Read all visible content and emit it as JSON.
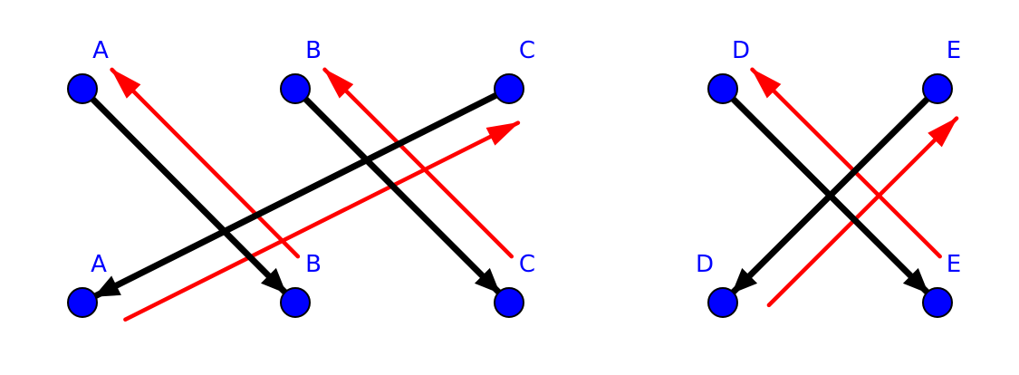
{
  "diagram": {
    "colors": {
      "node_fill": "#0000ff",
      "node_stroke": "#000000",
      "label": "#0000ff",
      "black_arrow": "#000000",
      "red_arrow": "#ff0000"
    },
    "top_labels": [
      "A",
      "B",
      "C",
      "D",
      "E"
    ],
    "bottom_labels": [
      "A",
      "B",
      "C",
      "D",
      "E"
    ],
    "black_arrows": [
      {
        "from": "top.A",
        "to": "bottom.B"
      },
      {
        "from": "top.B",
        "to": "bottom.C"
      },
      {
        "from": "top.C",
        "to": "bottom.A"
      },
      {
        "from": "top.D",
        "to": "bottom.E"
      },
      {
        "from": "top.E",
        "to": "bottom.D"
      }
    ],
    "red_arrows": [
      {
        "from": "bottom.B",
        "to": "top.A"
      },
      {
        "from": "bottom.C",
        "to": "top.B"
      },
      {
        "from": "bottom.A",
        "to": "top.C"
      },
      {
        "from": "bottom.E",
        "to": "top.D"
      },
      {
        "from": "bottom.D",
        "to": "top.E"
      }
    ]
  }
}
